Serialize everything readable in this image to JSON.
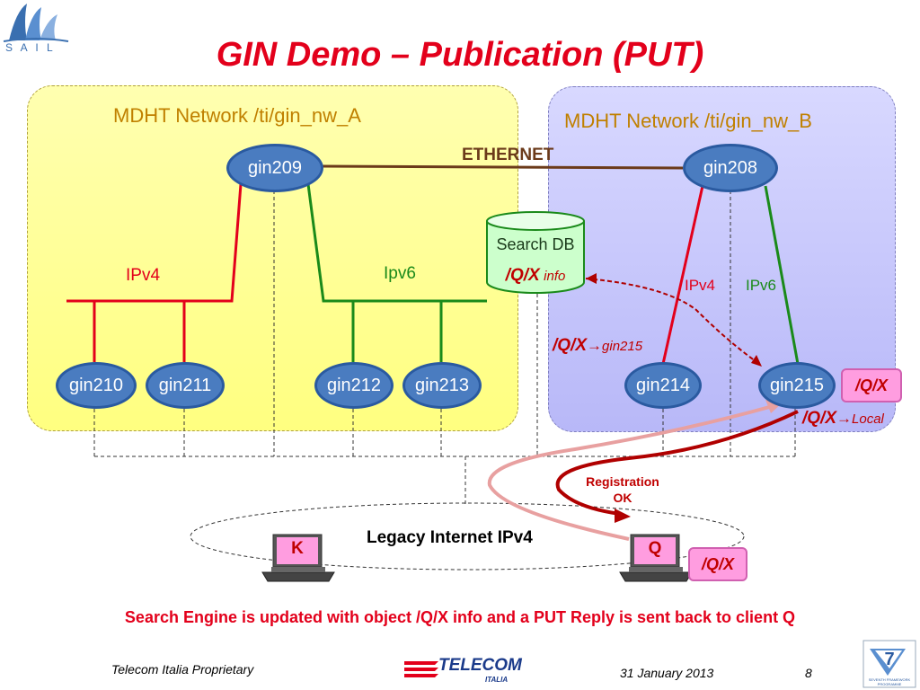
{
  "slide": {
    "title": "GIN Demo – Publication (PUT)",
    "logo": {
      "text": "S A I L",
      "name": "sail-logo"
    },
    "network_a": {
      "title": "MDHT Network /ti/gin_nw_A",
      "color": "#ffff99"
    },
    "network_b": {
      "title": "MDHT Network /ti/gin_nw_B",
      "color": "#ccccff"
    },
    "ethernet_label": "ETHERNET",
    "ipv4_label_a": "IPv4",
    "ipv6_label_a": "Ipv6",
    "ipv4_label_b": "IPv4",
    "ipv6_label_b": "IPv6",
    "search_db": {
      "line1": "Search DB",
      "obj": "/Q/X",
      "info": "info"
    },
    "nodes": {
      "gin209": "gin209",
      "gin208": "gin208",
      "gin210": "gin210",
      "gin211": "gin211",
      "gin212": "gin212",
      "gin213": "gin213",
      "gin214": "gin214",
      "gin215": "gin215"
    },
    "qx_to_gin215": {
      "obj": "/Q/X",
      "arrow": "→",
      "target": "gin215"
    },
    "qx_box_gin215": "/Q/X",
    "qx_local": {
      "obj": "/Q/X",
      "arrow": "→",
      "target": "Local"
    },
    "registration": {
      "line1": "Registration",
      "line2": "OK"
    },
    "legacy_label": "Legacy Internet IPv4",
    "client_k": "K",
    "client_q": "Q",
    "qx_box_q": "/Q/X",
    "caption": "Search Engine is updated with object /Q/X info and a PUT Reply is sent back to client Q",
    "footer": {
      "proprietary": "Telecom Italia Proprietary",
      "company": "TELECOM",
      "company_sub": "ITALIA",
      "date": "31 January 2013",
      "page": "8",
      "fp7": "SEVENTH FRAMEWORK PROGRAMME"
    },
    "colors": {
      "red": "#e3001b",
      "green": "#1a8a1a",
      "brown": "#6b3a1a",
      "dark_red": "#c00000",
      "pink": "#e8a0a0"
    }
  }
}
